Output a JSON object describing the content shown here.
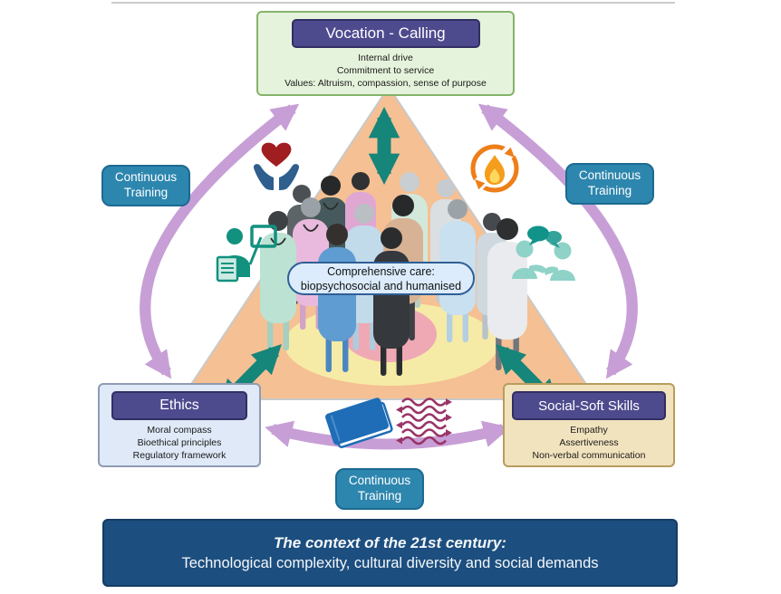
{
  "vocation_box": {
    "title": "Vocation - Calling",
    "lines": [
      "Internal drive",
      "Commitment to service",
      "Values: Altruism, compassion, sense of purpose"
    ]
  },
  "ethics_box": {
    "title": "Ethics",
    "lines": [
      "Moral compass",
      "Bioethical principles",
      "Regulatory framework"
    ]
  },
  "social_box": {
    "title": "Social-Soft Skills",
    "lines": [
      "Empathy",
      "Assertiveness",
      "Non-verbal communication"
    ]
  },
  "continuous_training_badge": {
    "line1": "Continuous",
    "line2": "Training"
  },
  "center_pill": {
    "line1": "Comprehensive care:",
    "line2": "biopsychosocial and humanised"
  },
  "banner": {
    "line1": "The context of the 21st century:",
    "line2": "Technological complexity, cultural diversity and social demands"
  },
  "icons": {
    "heart_in_hands": "heart-in-hands",
    "renewal_flame": "flame-with-circular-arrows",
    "teaching": "presenter-with-board-and-document",
    "dialogue": "two-people-talking",
    "book": "closed-book",
    "knowledge_waves": "wavy-exchange-arrows"
  },
  "colors": {
    "header_purple": "#4e4a8e",
    "vocation_green_bg": "#e6f3dc",
    "ethics_blue_bg": "#dfe9f7",
    "social_tan_bg": "#f1e3bd",
    "badge_blue": "#2d86ae",
    "banner_navy": "#1c4e7f",
    "triangle_peach": "#f5c093",
    "arrow_teal": "#16857a",
    "arc_purple": "#c79fd6",
    "pill_blue_bg": "#dcecfc"
  }
}
